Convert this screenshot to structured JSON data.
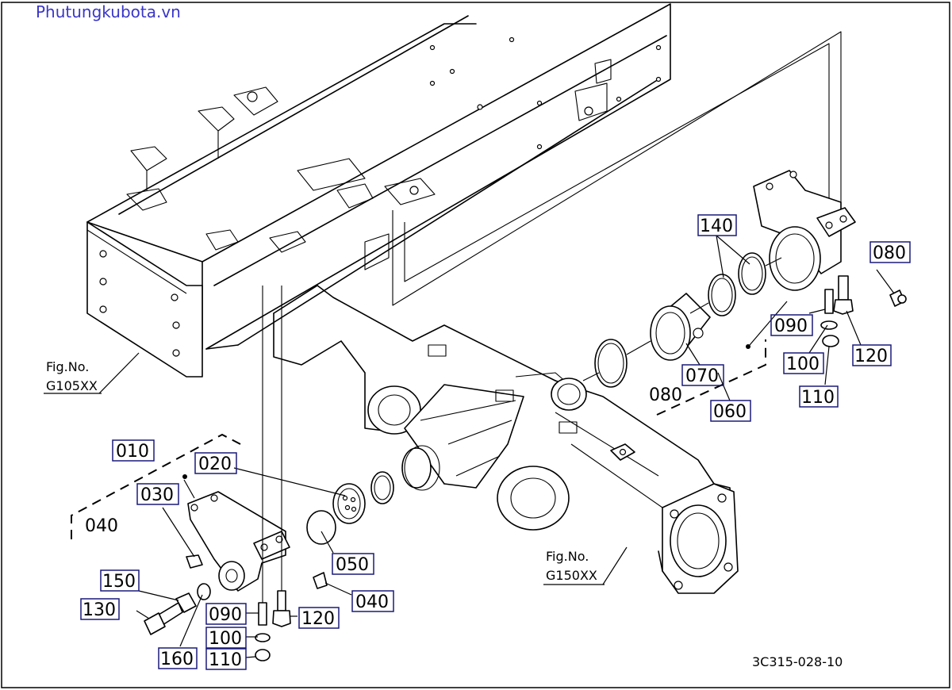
{
  "watermark": "Phutungkubota.vn",
  "figure_code": "3C315-028-10",
  "fig_refs": [
    {
      "prefix": "Fig.No.",
      "code": "G105XX"
    },
    {
      "prefix": "Fig.No.",
      "code": "G150XX"
    }
  ],
  "callouts": {
    "c010": "010",
    "c020": "020",
    "c030": "030",
    "c040_group": "040",
    "c040": "040",
    "c050": "050",
    "c060": "060",
    "c070": "070",
    "c080_group": "080",
    "c080": "080",
    "c090_right": "090",
    "c090_left": "090",
    "c100_right": "100",
    "c100_left": "100",
    "c110_right": "110",
    "c110_left": "110",
    "c120_right": "120",
    "c120_left": "120",
    "c130": "130",
    "c140": "140",
    "c150": "150",
    "c160": "160"
  },
  "colors": {
    "line": "#000000",
    "callout_box": "#1a1a7a",
    "watermark": "#3a36c8",
    "background": "#ffffff"
  }
}
